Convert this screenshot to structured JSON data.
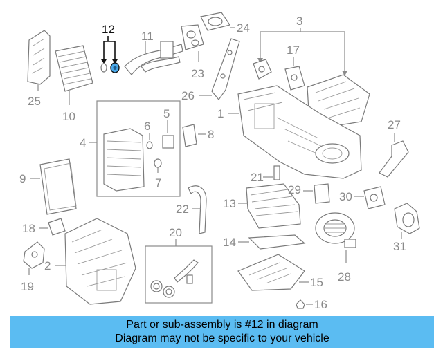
{
  "diagram": {
    "highlight_color": "#4aa8e8",
    "callouts": {
      "c1": "1",
      "c2": "2",
      "c3": "3",
      "c4": "4",
      "c5": "5",
      "c6": "6",
      "c7": "7",
      "c8": "8",
      "c9": "9",
      "c10": "10",
      "c11": "11",
      "c12": "12",
      "c13": "13",
      "c14": "14",
      "c15": "15",
      "c16": "16",
      "c17": "17",
      "c18": "18",
      "c19": "19",
      "c20": "20",
      "c21": "21",
      "c22": "22",
      "c23": "23",
      "c24": "24",
      "c25": "25",
      "c26": "26",
      "c27": "27",
      "c28": "28",
      "c29": "29",
      "c30": "30",
      "c31": "31"
    }
  },
  "banner": {
    "line1": "Part or sub-assembly is #12 in diagram",
    "line2": "Diagram may not be specific to your vehicle",
    "color": "#5bbcf2"
  }
}
